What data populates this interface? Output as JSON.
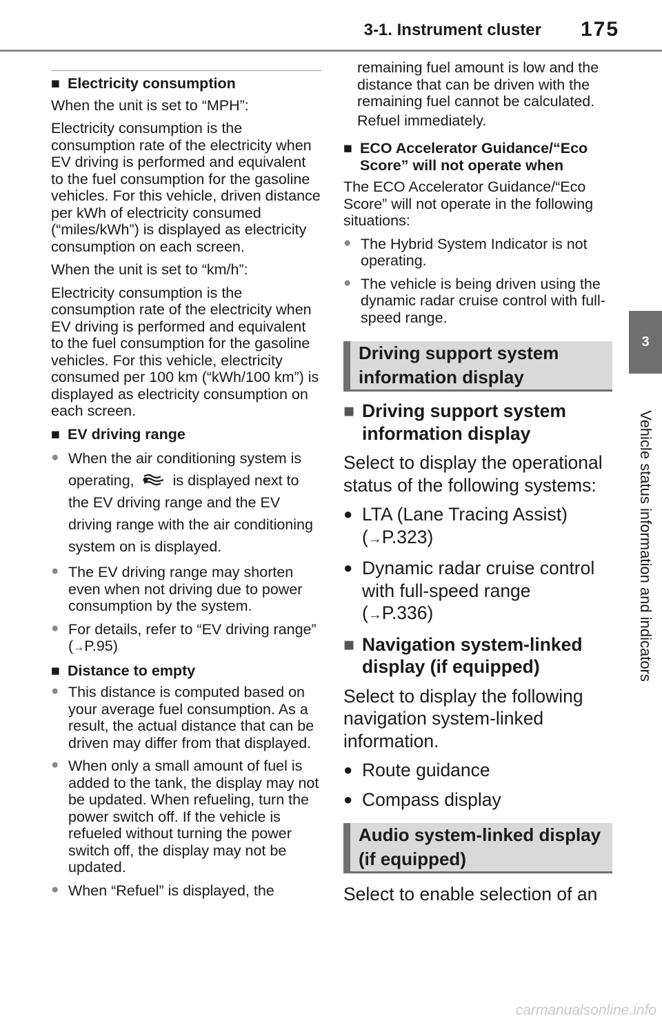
{
  "header": {
    "title": "3-1. Instrument cluster",
    "page_number": "175"
  },
  "side_tab": {
    "chapter": "3",
    "title": "Vehicle status information and indicators"
  },
  "arrow_glyph": "→",
  "left": {
    "electricity": {
      "heading": "Electricity consumption",
      "mph_label": "When the unit is set to “MPH”:",
      "mph_text": "Electricity consumption is the consumption rate of the electricity when EV driving is performed and equivalent to the fuel consumption for the gasoline vehicles. For this vehicle, driven distance per kWh of electricity consumed (“miles/kWh”) is displayed as electricity consumption on each screen.",
      "kmh_label": "When the unit is set to “km/h”:",
      "kmh_text": "Electricity consumption is the consumption rate of the electricity when EV driving is performed and equivalent to the fuel consumption for the gasoline vehicles. For this vehicle, electricity consumed per 100 km (“kWh/100 km”) is displayed as electricity consumption on each screen."
    },
    "ev_range": {
      "heading": "EV driving range",
      "b1_pre": "When the air conditioning system is operating,",
      "b1_post": "is displayed next to the EV driving range and the EV driving range with the air conditioning system on is displayed.",
      "b2": "The EV driving range may shorten even when not driving due to power consumption by the system.",
      "b3_pre": "For details, refer to “EV driving range” (",
      "b3_ref": "P.95",
      "b3_post": ")"
    },
    "dte": {
      "heading": "Distance to empty",
      "b1": "This distance is computed based on your average fuel consumption. As a result, the actual distance that can be driven may differ from that displayed.",
      "b2": "When only a small amount of fuel is added to the tank, the display may not be updated. When refueling, turn the power switch off. If the vehicle is refueled without turning the power switch off, the display may not be updated.",
      "b3_start": "When “Refuel” is displayed, the"
    }
  },
  "right": {
    "refuel_cont": "remaining fuel amount is low and the distance that can be driven with the remaining fuel cannot be calculated.",
    "refuel_action": "Refuel immediately.",
    "eco": {
      "heading": "ECO Accelerator Guidance/“Eco Score” will not operate when",
      "intro": "The ECO Accelerator Guidance/“Eco Score” will not operate in the following situations:",
      "b1": "The Hybrid System Indicator is not operating.",
      "b2": "The vehicle is being driven using the dynamic radar cruise control with full-speed range."
    },
    "dss": {
      "section_title": "Driving support system information display",
      "heading": "Driving support system information display",
      "intro": "Select to display the operational status of the following systems:",
      "b1_text": "LTA (Lane Tracing Assist)",
      "b1_ref": "P.323",
      "b2_text": "Dynamic radar cruise control with full-speed range",
      "b2_ref": "P.336"
    },
    "nav": {
      "heading": "Navigation system-linked display (if equipped)",
      "intro": "Select to display the following navigation system-linked information.",
      "b1": "Route guidance",
      "b2": "Compass display"
    },
    "audio": {
      "section_title": "Audio system-linked display (if equipped)",
      "intro": "Select to enable selection of an"
    }
  },
  "footer": {
    "watermark": "carmanualsonline.info"
  }
}
